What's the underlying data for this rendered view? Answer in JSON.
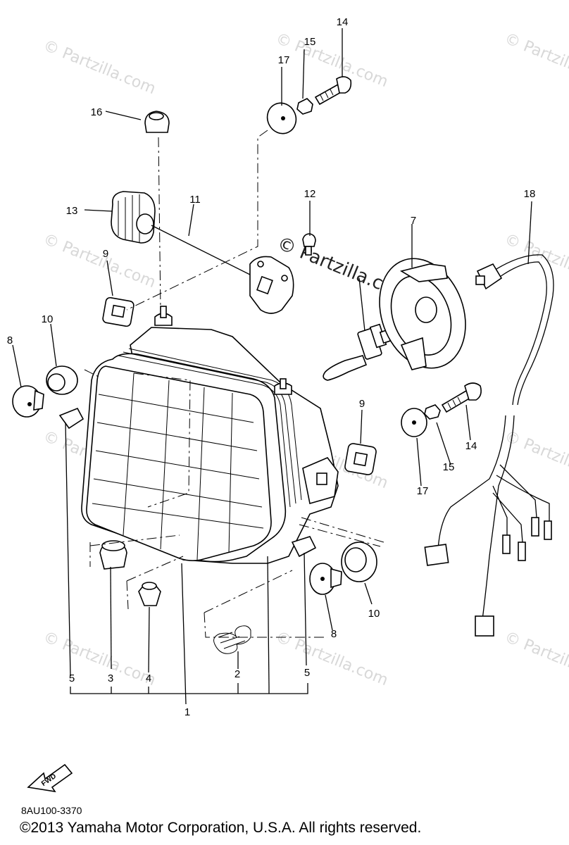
{
  "callouts": {
    "c1": "1",
    "c2": "2",
    "c3": "3",
    "c4": "4",
    "c5a": "5",
    "c5b": "5",
    "c7": "7",
    "c8a": "8",
    "c8b": "8",
    "c9a": "9",
    "c9b": "9",
    "c10a": "10",
    "c10b": "10",
    "c11": "11",
    "c12": "12",
    "c13": "13",
    "c14a": "14",
    "c14b": "14",
    "c15a": "15",
    "c15b": "15",
    "c16": "16",
    "c17a": "17",
    "c17b": "17",
    "c18": "18"
  },
  "watermark": {
    "small": "© Partzilla.com",
    "center": "© Partzilla.com"
  },
  "fwd_label": "FWD",
  "part_code": "8AU100-3370",
  "copyright": "©2013  Yamaha Motor Corporation, U.S.A. All rights reserved."
}
